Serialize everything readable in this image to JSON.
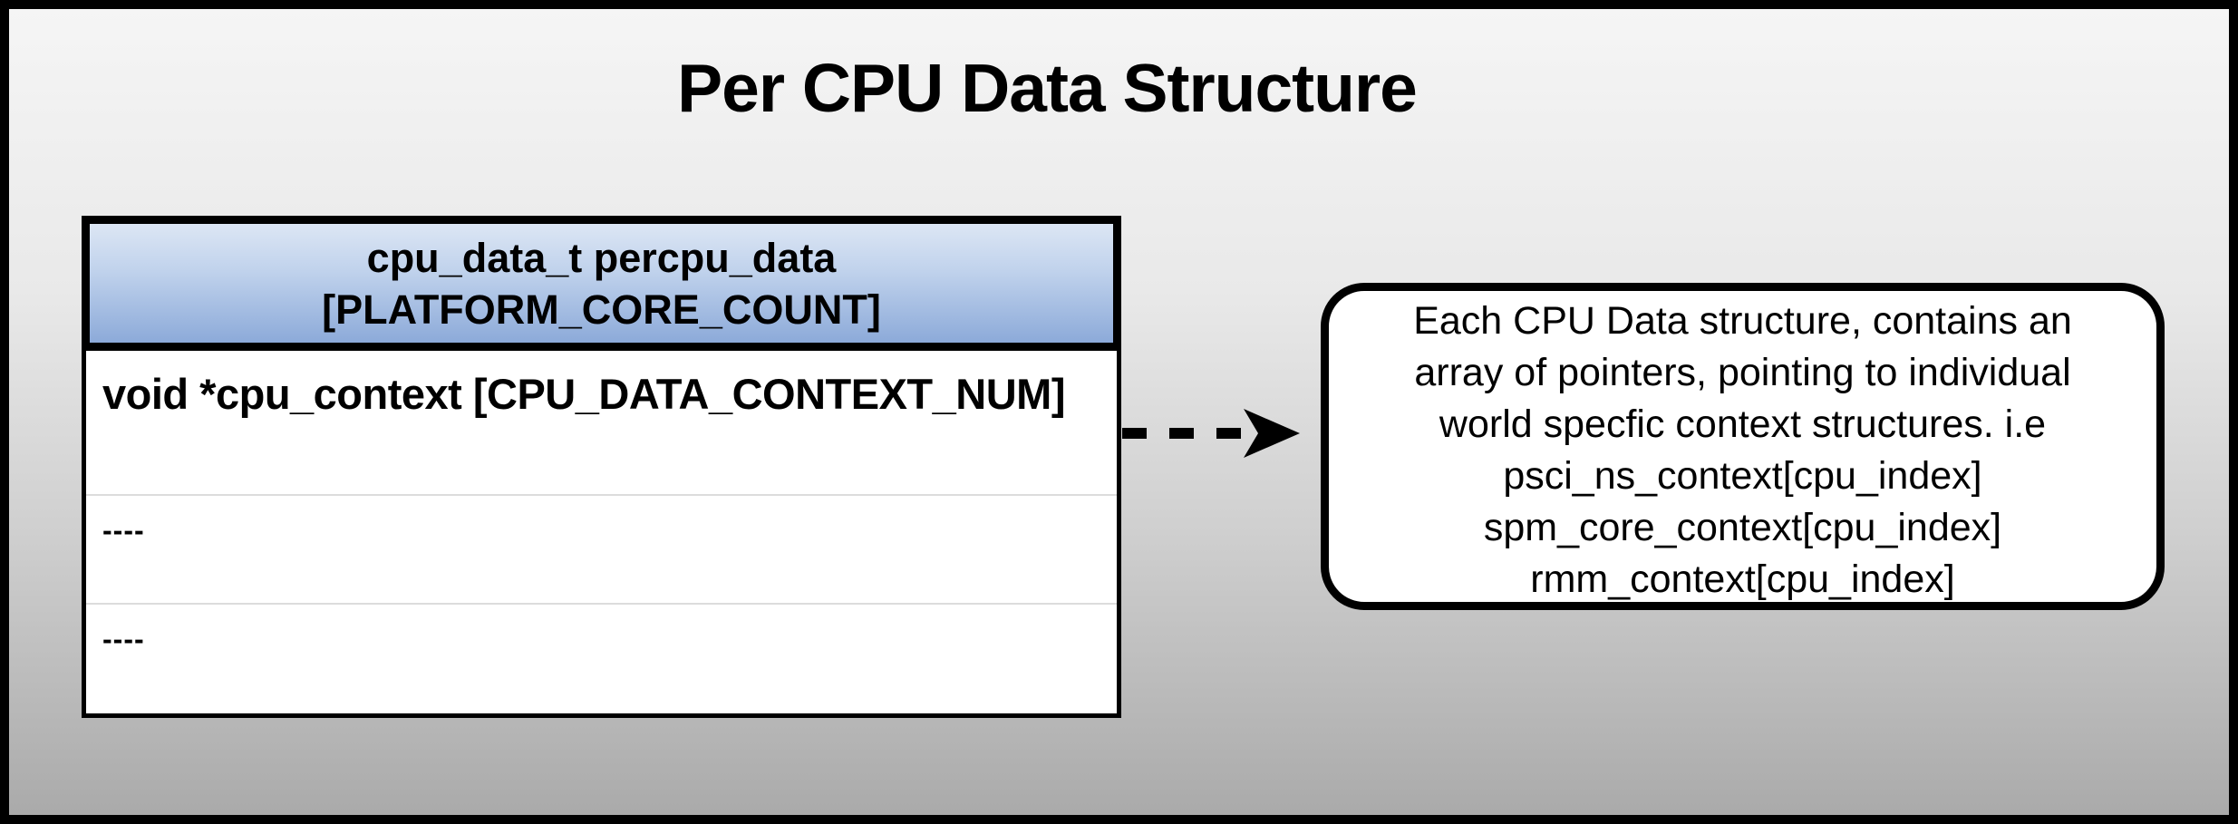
{
  "title": "Per CPU Data Structure",
  "table": {
    "header": {
      "line1": "cpu_data_t percpu_data",
      "line2": "[PLATFORM_CORE_COUNT]"
    },
    "rows": [
      {
        "text": "void *cpu_context [CPU_DATA_CONTEXT_NUM]"
      },
      {
        "text": "----"
      },
      {
        "text": "----"
      }
    ]
  },
  "arrow": {
    "name": "dashed-right-arrow"
  },
  "callout": {
    "lines": [
      "Each CPU Data structure, contains an",
      "array of pointers, pointing to individual",
      "world specfic context structures. i.e",
      "psci_ns_context[cpu_index]",
      "spm_core_context[cpu_index]",
      "rmm_context[cpu_index]"
    ]
  },
  "colors": {
    "background_top": "#f5f5f5",
    "background_bottom": "#aaaaaa",
    "frame_color": "#000000",
    "header_gradient_top": "#dce6f4",
    "header_gradient_mid": "#c0d2ec",
    "header_gradient_bottom": "#8caad9",
    "separator_color": "#dcdcdc",
    "text_color": "#000000",
    "box_bg": "#ffffff"
  }
}
